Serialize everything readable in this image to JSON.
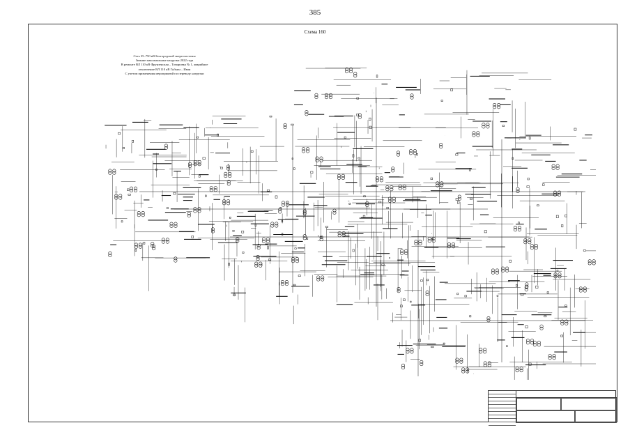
{
  "page": {
    "number": "385",
    "scheme_label": "Схема 160"
  },
  "title_block": {
    "lines": [
      "Сеть 35–750 кВ Белгородской энергосистемы",
      "Зимние максимальные нагрузки 2022 года",
      "В ремонте ВЛ 110 кВ Фрунзенская – Томаровка № 1, аварийное",
      "отключение ВЛ 110 кВ Губкин – Иван",
      "С учетом применения мероприятий по переводу нагрузки"
    ]
  },
  "stamp": {
    "top_text": "",
    "cells": [
      "",
      "",
      "",
      ""
    ]
  },
  "colors": {
    "line": "#1a1a1a",
    "frame": "#333333"
  }
}
